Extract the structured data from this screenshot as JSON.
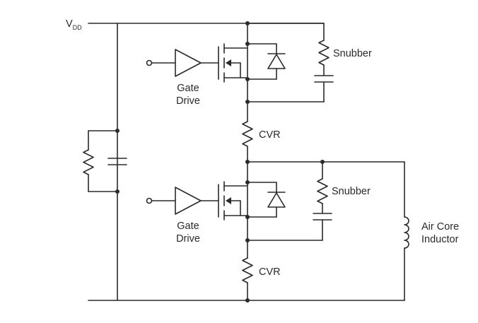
{
  "supply": {
    "label": "V",
    "subscript": "DD"
  },
  "top_stage": {
    "gate_drive": [
      "Gate",
      "Drive"
    ],
    "snubber": "Snubber",
    "sense_resistor": "CVR"
  },
  "bottom_stage": {
    "gate_drive": [
      "Gate",
      "Drive"
    ],
    "snubber": "Snubber",
    "sense_resistor": "CVR"
  },
  "load": [
    "Air Core",
    "Inductor"
  ]
}
